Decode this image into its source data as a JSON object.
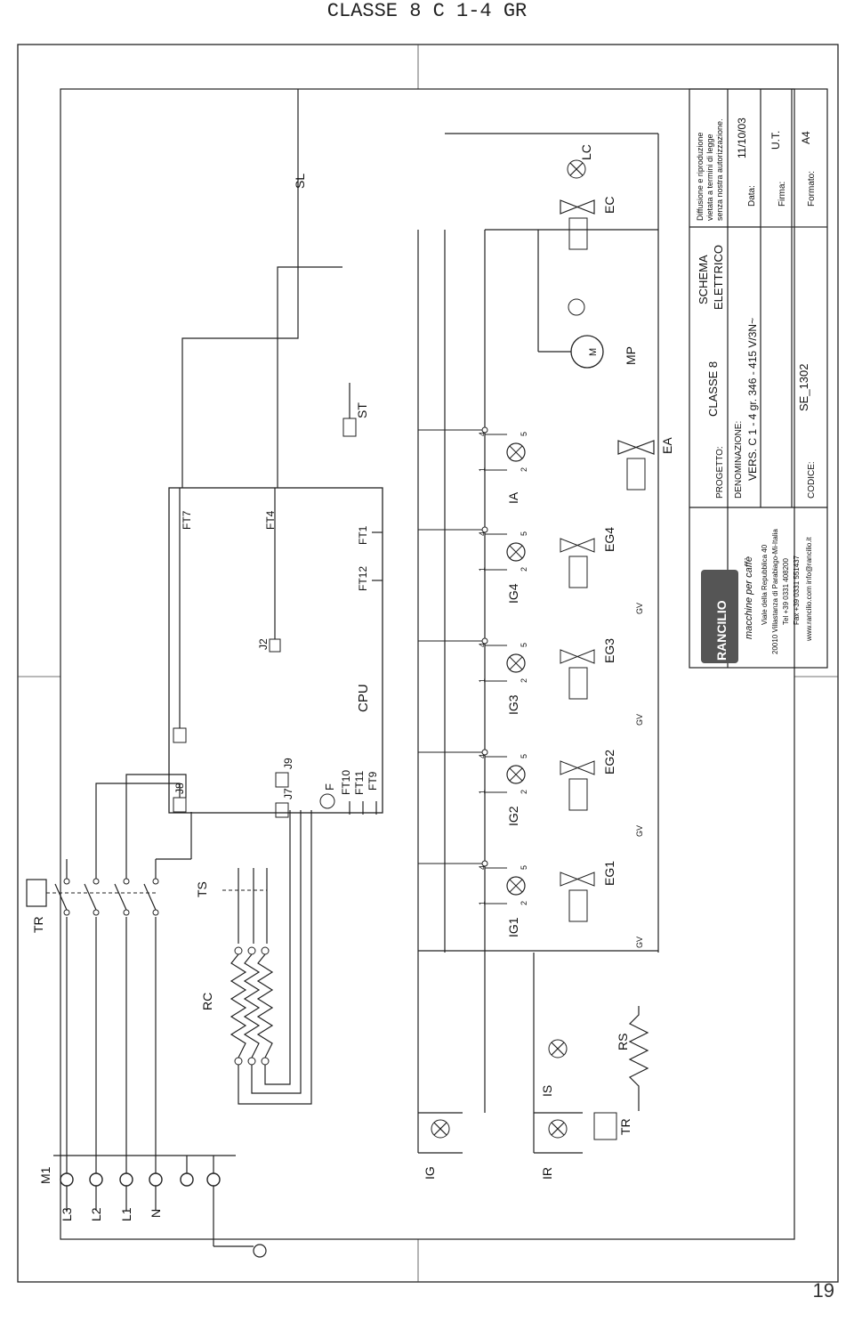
{
  "page": {
    "title": "CLASSE 8 C 1-4 GR",
    "number": "19"
  },
  "supply": {
    "M1": "M1",
    "L3": "L3",
    "L2": "L2",
    "L1": "L1",
    "N": "N"
  },
  "components": {
    "TR": "TR",
    "TS": "TS",
    "RC": "RC",
    "J8": "J8",
    "J7": "J7",
    "J9": "J9",
    "F": "F",
    "FT10": "FT10",
    "FT11": "FT11",
    "FT9": "FT9",
    "CPU": "CPU",
    "J2": "J2",
    "FT12": "FT12",
    "FT1": "FT1",
    "FT7": "FT7",
    "FT4": "FT4",
    "ST": "ST",
    "SL": "SL",
    "IG": "IG",
    "IR": "IR",
    "IS": "IS",
    "RS": "RS",
    "TR2": "TR",
    "IG1": "IG1",
    "IG2": "IG2",
    "IG3": "IG3",
    "IG4": "IG4",
    "IA": "IA",
    "EG1": "EG1",
    "EG2": "EG2",
    "EG3": "EG3",
    "EG4": "EG4",
    "EA": "EA",
    "MP": "MP",
    "M": "M",
    "EC": "EC",
    "LC": "LC",
    "GV": "GV",
    "p1": "1",
    "p2": "2",
    "p4": "4",
    "p5": "5"
  },
  "title_block": {
    "progetto_label": "PROGETTO:",
    "progetto_value": "CLASSE 8",
    "schema_1": "SCHEMA",
    "schema_2": "ELETTRICO",
    "denominazione_label": "DENOMINAZIONE:",
    "denominazione_value": "VERS. C   1 - 4 gr.  346 - 415 V/3N~",
    "codice_label": "CODICE:",
    "codice_value": "SE_1302",
    "diffusione_1": "Diffusione e riproduzione",
    "diffusione_2": "vietata a termini di legge",
    "diffusione_3": "senza nostra autorizzazione.",
    "data_label": "Data:",
    "data_value": "11/10/03",
    "firma_label": "Firma:",
    "firma_value": "U.T.",
    "formato_label": "Formato:",
    "formato_value": "A4",
    "company_brand": "RANCILIO",
    "company_tagline": "macchine per caffè",
    "company_address_1": "Viale della Repubblica 40",
    "company_address_2": "20010 Villastanza di Parabiago-Mi-Italia",
    "company_tel": "Tel +39 0331 408200",
    "company_fax": "Fax +39 0331 551437",
    "company_web": "www.rancilio.com   info@rancilio.it"
  }
}
